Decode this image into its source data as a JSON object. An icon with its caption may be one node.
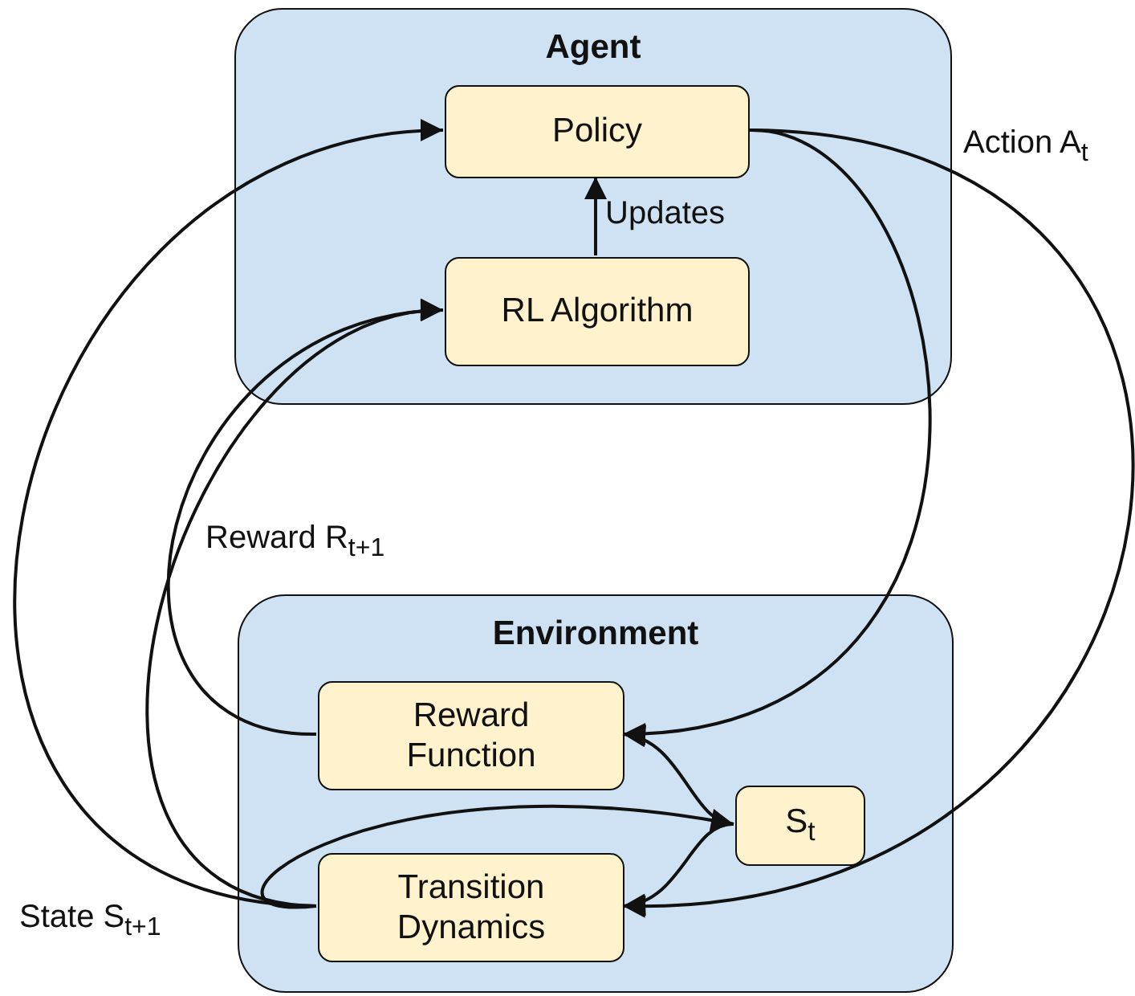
{
  "diagram": {
    "nodes": [
      {
        "text": [
          "Agent"
        ]
      },
      {
        "text": [
          "Policy"
        ],
        "in": 0
      },
      {
        "text": [
          "RL Algorithm"
        ],
        "in": 0
      },
      {
        "text": [
          "Environment"
        ]
      },
      {
        "text": [
          "Reward Function"
        ],
        "in": 3
      },
      {
        "text": [
          "S$_{t}$"
        ],
        "in": 3
      },
      {
        "text": [
          "Transition Dynamics"
        ],
        "in": 3
      }
    ],
    "edges": [
      {
        "from": 1,
        "to": 4,
        "arrow": "to"
      },
      {
        "from": 1,
        "to": 6,
        "arrow": "to"
      },
      {
        "from": 2,
        "to": 1,
        "arrow": "to",
        "label": "Updates"
      },
      {
        "from": 4,
        "to": 2,
        "arrow": "to"
      },
      {
        "from": 6,
        "to": 2,
        "arrow": "to"
      },
      {
        "from": 6,
        "to": 1,
        "arrow": "to"
      },
      {
        "from": 6,
        "to": 5,
        "arrow": "to"
      },
      {
        "from": 5,
        "to": 4,
        "arrow": "to"
      },
      {
        "from": 5,
        "to": 6,
        "arrow": "to"
      }
    ],
    "labels": [
      "Action A$_{t}$",
      "Reward R$_{t+1}$",
      "State S$_{t+1}$"
    ]
  }
}
